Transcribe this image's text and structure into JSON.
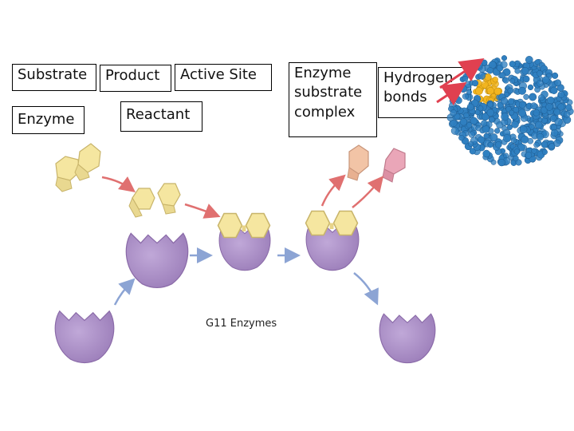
{
  "labels": {
    "substrate": "Substrate",
    "product": "Product",
    "active_site": "Active Site",
    "enzyme": "Enzyme",
    "reactant": "Reactant",
    "enzyme_substrate_complex": [
      "Enzyme",
      "substrate",
      "complex"
    ],
    "hydrogen_bonds": [
      "Hydrogen",
      "bonds"
    ]
  },
  "caption": "G11 Enzymes",
  "colors": {
    "enzyme_fill": "#a98cc4",
    "enzyme_stroke": "#8a6aa8",
    "substrate_fill": "#f5e6a0",
    "substrate_stroke": "#c8b46a",
    "product_orange": "#f2c4a6",
    "product_pink": "#eaa6b8",
    "red_arrow": "#e07070",
    "blue_arrow": "#8ca4d4",
    "protein_blue": "#2f7fc0",
    "protein_gold": "#f2b520",
    "pointer_red": "#e04050"
  },
  "icons": [
    "enzyme-shape",
    "substrate-molecule",
    "product-molecule",
    "protein-space-filling-model"
  ]
}
